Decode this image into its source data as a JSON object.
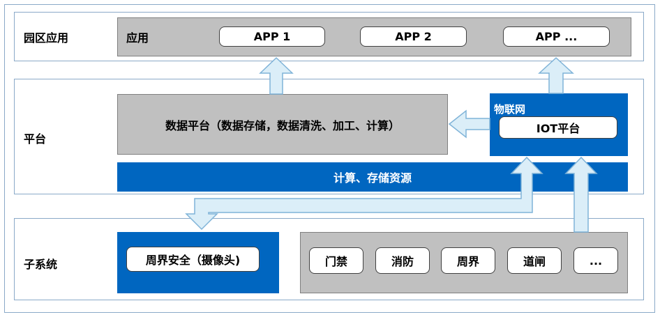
{
  "colors": {
    "blue": "#0066c0",
    "gray": "#c0c0c0",
    "arrow_fill": "#dbeef8",
    "arrow_stroke": "#7fb3d8",
    "border": "#8aa9c8"
  },
  "layers": {
    "application": {
      "label": "园区应用",
      "panel_label": "应用",
      "apps": [
        "APP 1",
        "APP 2",
        "APP ..."
      ]
    },
    "platform": {
      "label": "平台",
      "data_platform": "数据平台（数据存储，数据清洗、加工、计算）",
      "iot_title": "物联网",
      "iot_platform": "IOT平台",
      "resources": "计算、存储资源"
    },
    "subsystem": {
      "label": "子系统",
      "perimeter_camera": "周界安全（摄像头)",
      "items": [
        "门禁",
        "消防",
        "周界",
        "道闸",
        "..."
      ]
    }
  }
}
